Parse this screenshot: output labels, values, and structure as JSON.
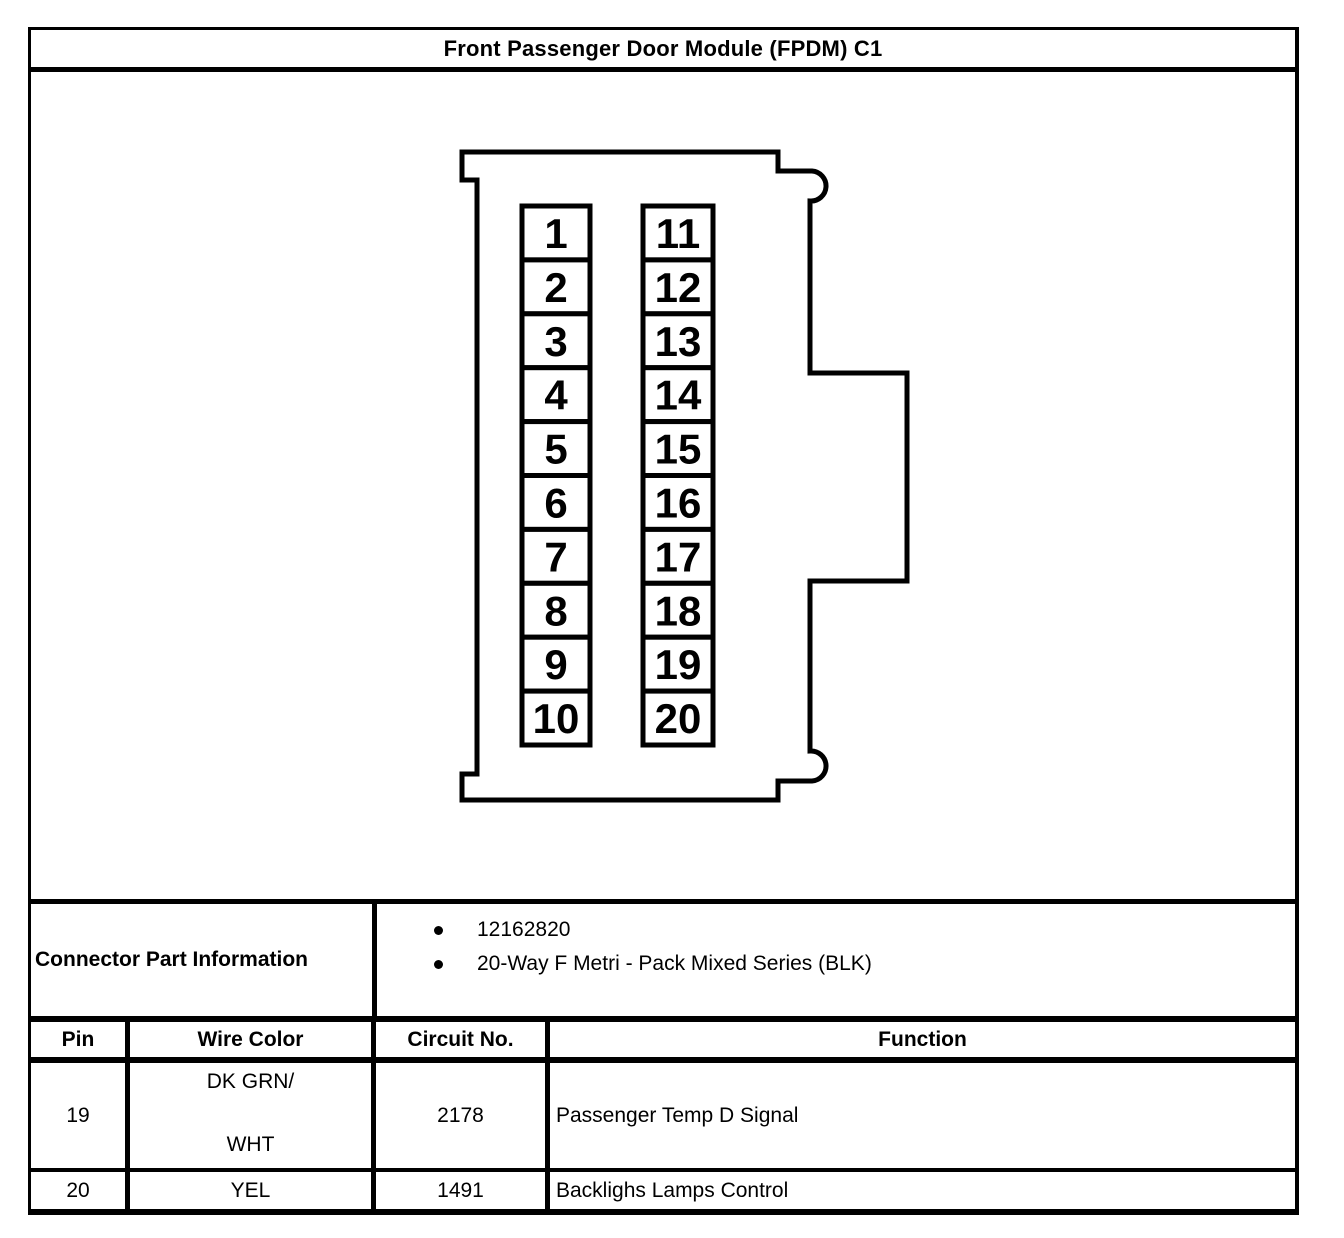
{
  "title": "Front Passenger Door Module (FPDM) C1",
  "connector": {
    "left_pins": [
      "1",
      "2",
      "3",
      "4",
      "5",
      "6",
      "7",
      "8",
      "9",
      "10"
    ],
    "right_pins": [
      "11",
      "12",
      "13",
      "14",
      "15",
      "16",
      "17",
      "18",
      "19",
      "20"
    ]
  },
  "part_info": {
    "label": "Connector Part Information",
    "items": [
      "12162820",
      "20-Way F Metri - Pack Mixed Series (BLK)"
    ]
  },
  "pin_table": {
    "headers": {
      "pin": "Pin",
      "wire_color": "Wire Color",
      "circuit_no": "Circuit No.",
      "function": "Function"
    },
    "rows": [
      {
        "pin": "19",
        "wire_color_lines": [
          "DK GRN/",
          "WHT"
        ],
        "circuit_no": "2178",
        "function": "Passenger Temp D Signal"
      },
      {
        "pin": "20",
        "wire_color_lines": [
          "YEL"
        ],
        "circuit_no": "1491",
        "function": "Backlighs Lamps Control"
      }
    ]
  },
  "colors": {
    "ink": "#000000",
    "paper": "#ffffff"
  }
}
